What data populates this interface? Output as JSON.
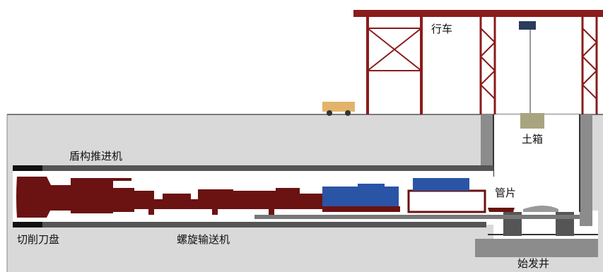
{
  "labels": {
    "gantry_crane": "行车",
    "soil_box": "土箱",
    "shield_jacking": "盾构推进机",
    "cutter_head": "切削刀盘",
    "screw_conveyor": "螺旋输送机",
    "segments": "管片",
    "launch_shaft": "始发井"
  },
  "colors": {
    "ground": "#d9d9d9",
    "wall": "#4d4d4d",
    "machine": "#6b1212",
    "crane": "#8a1c1c",
    "blue": "#2a54a6",
    "truck": "#e2b46a",
    "box": "#a8a480"
  }
}
